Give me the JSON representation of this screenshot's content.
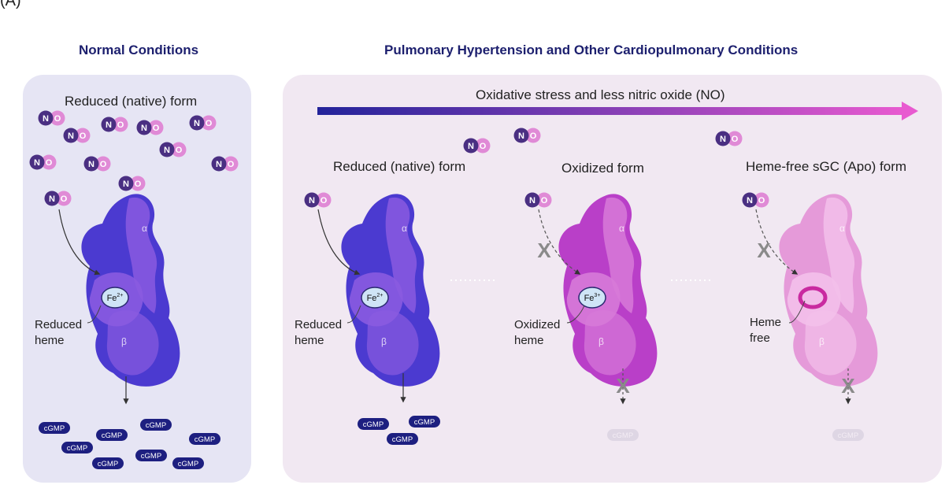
{
  "figure_letter": "(A)",
  "panels": {
    "normal": {
      "title": "Normal Conditions"
    },
    "disease": {
      "title": "Pulmonary Hypertension and Other Cardiopulmonary Conditions"
    }
  },
  "gradient_arrow": {
    "label": "Oxidative stress and less nitric oxide (NO)",
    "color_start": "#23239a",
    "color_end": "#e85ad0"
  },
  "states": [
    {
      "title": "Reduced (native) form",
      "iron": "Fe",
      "charge": "2+",
      "heme_line1": "Reduced",
      "heme_line2": "heme",
      "no_binding": "yes",
      "cgmp_output": "produced"
    },
    {
      "title": "Reduced (native) form",
      "iron": "Fe",
      "charge": "2+",
      "heme_line1": "Reduced",
      "heme_line2": "heme",
      "no_binding": "yes",
      "cgmp_output": "produced"
    },
    {
      "title": "Oxidized form",
      "iron": "Fe",
      "charge": "3+",
      "heme_line1": "Oxidized",
      "heme_line2": "heme",
      "no_binding": "blocked",
      "cgmp_output": "blocked"
    },
    {
      "title": "Heme-free sGC (Apo) form",
      "iron": "",
      "charge": "",
      "heme_line1": "Heme",
      "heme_line2": "free",
      "no_binding": "blocked",
      "cgmp_output": "blocked"
    }
  ],
  "molecule": {
    "no_letters": "NO",
    "alpha": "α",
    "beta": "β",
    "cgmp": "cGMP",
    "blocked_mark": "X"
  },
  "colors": {
    "navy": "#1c1f6e",
    "left_box": "#e6e5f4",
    "right_box": "#f1e8f2",
    "protein_reduced": "#4b3ad0",
    "protein_oxidized": "#b93fc8",
    "protein_apo": "#e59ad9",
    "no_n": "#4a2f82",
    "no_o": "#e08ad6",
    "cgmp": "#1d1f80"
  }
}
